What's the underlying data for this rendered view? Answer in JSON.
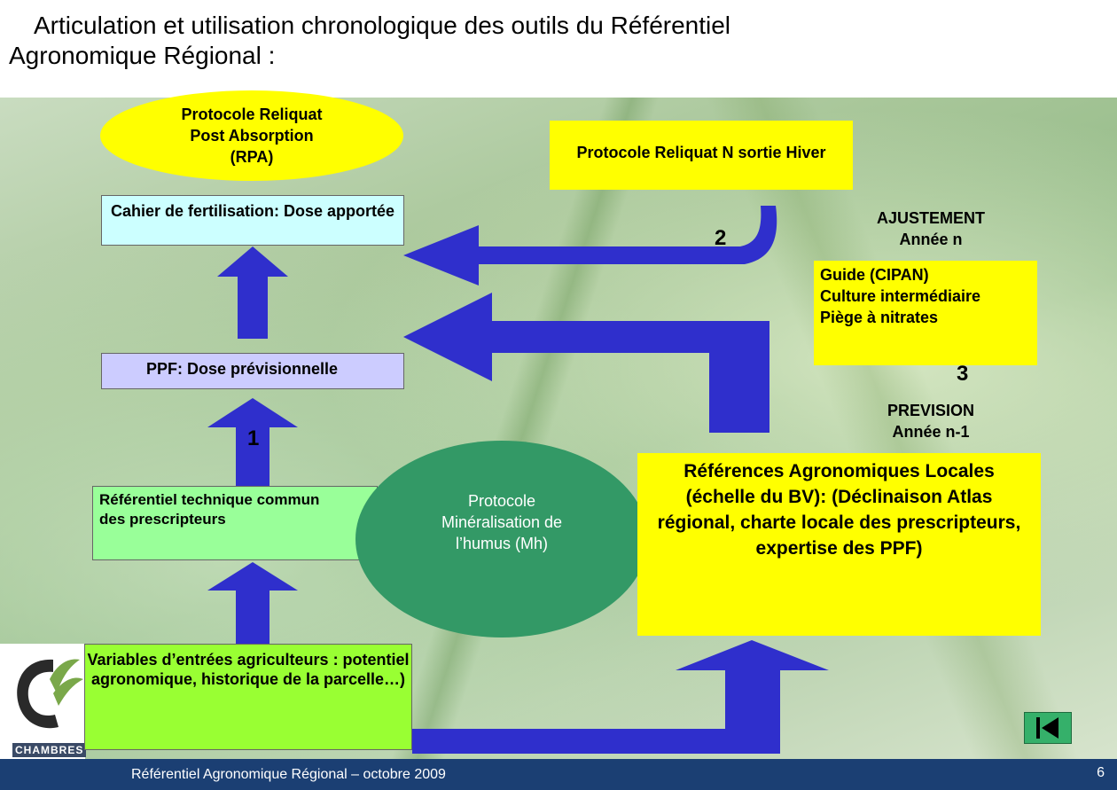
{
  "title": {
    "line1": "Articulation  et utilisation chronologique  des outils du Référentiel",
    "line2": "Agronomique Régional :"
  },
  "nodes": {
    "rpa": "Protocole Reliquat Post Absorption (RPA)",
    "rsh": "Protocole Reliquat N sortie Hiver",
    "cahier": "Cahier de fertilisation: Dose apportée",
    "cipan": [
      "Guide (CIPAN)",
      "Culture intermédiaire",
      "Piège à nitrates"
    ],
    "ppf": "PPF: Dose prévisionnelle",
    "referentiel": "Référentiel technique commun des prescripteurs",
    "mh": "Protocole Minéralisation de l’humus (Mh)",
    "references": "Références Agronomiques Locales (échelle du BV): (Déclinaison Atlas régional, charte locale des prescripteurs, expertise des PPF)",
    "variables": "Variables d’entrées agriculteurs : potentiel agronomique, historique  de la parcelle…)"
  },
  "labels": {
    "num1": "1",
    "num2": "2",
    "num3": "3",
    "ajustement_line1": "AJUSTEMENT",
    "ajustement_line2": "Année n",
    "prevision_line1": "PREVISION",
    "prevision_line2": "Année n-1"
  },
  "logo": {
    "text": "CHAMBRES"
  },
  "footer": {
    "text": "Référentiel Agronomique Régional – octobre 2009",
    "page": "6"
  },
  "nav": {
    "icon": "skip-to-first-icon"
  },
  "colors": {
    "yellow": "#ffff00",
    "light_blue": "#ccffff",
    "lavender": "#ccccff",
    "light_green": "#99ff99",
    "green_ellipse": "#339966",
    "arrow_blue": "#2f2fcc",
    "footer": "#1b3f73"
  }
}
